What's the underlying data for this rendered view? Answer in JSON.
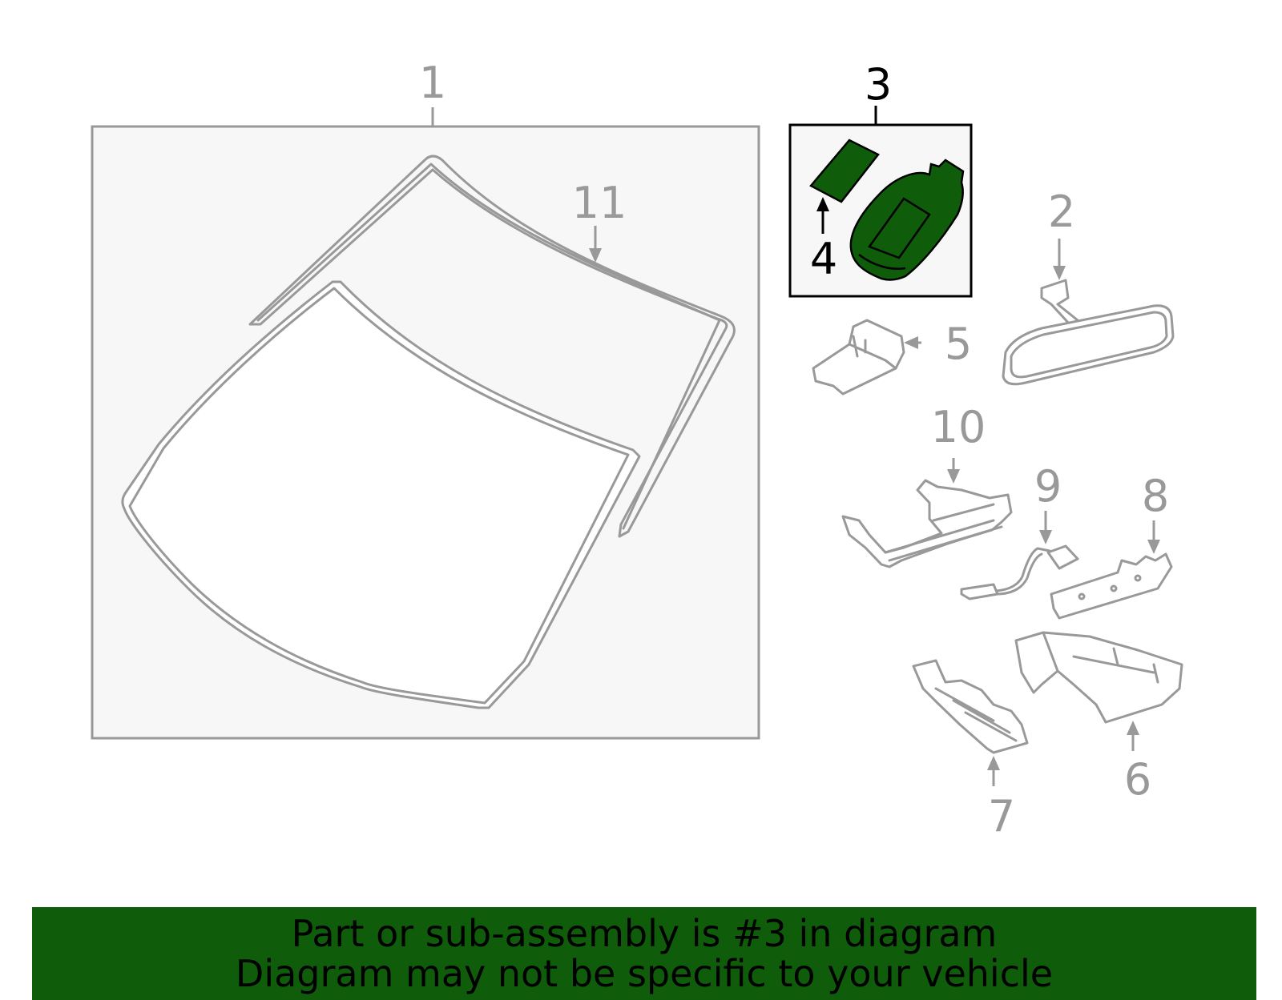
{
  "callouts": {
    "c1": "1",
    "c2": "2",
    "c3": "3",
    "c4": "4",
    "c5": "5",
    "c6": "6",
    "c7": "7",
    "c8": "8",
    "c9": "9",
    "c10": "10",
    "c11": "11"
  },
  "highlight": {
    "part": "3",
    "color": "#0f5c0a",
    "box_color": "#000000"
  },
  "colors": {
    "line": "#999999",
    "panel": "#f7f7f7",
    "banner": "#0f5c0a"
  },
  "banner": {
    "line1": "Part or sub-assembly is #3 in diagram",
    "line2": "Diagram may not be specific to your vehicle"
  }
}
